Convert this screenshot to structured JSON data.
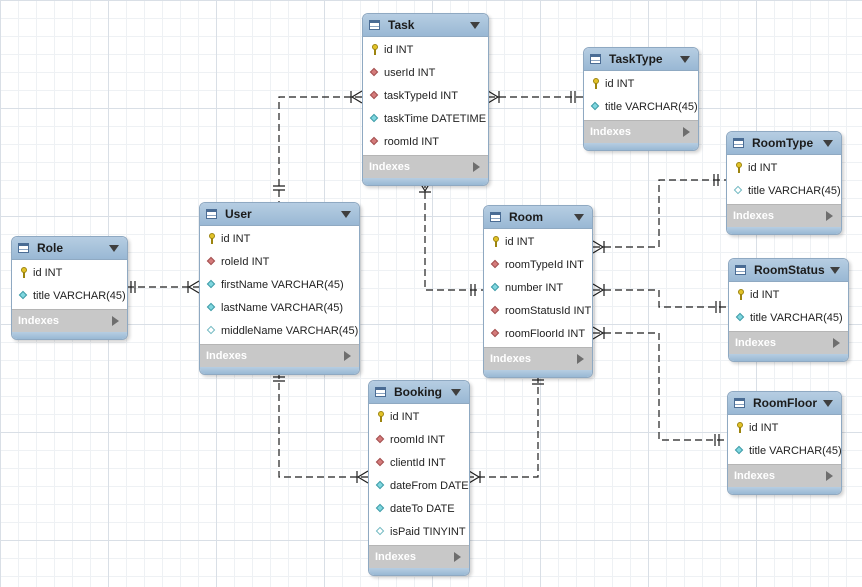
{
  "diagram": {
    "indexes_label": "Indexes",
    "entities": [
      {
        "key": "task",
        "name": "Task",
        "columns": [
          {
            "text": "id INT",
            "kind": "pk"
          },
          {
            "text": "userId INT",
            "kind": "fk"
          },
          {
            "text": "taskTypeId INT",
            "kind": "fk"
          },
          {
            "text": "taskTime DATETIME",
            "kind": "nn"
          },
          {
            "text": "roomId INT",
            "kind": "fk"
          }
        ]
      },
      {
        "key": "tasktype",
        "name": "TaskType",
        "columns": [
          {
            "text": "id INT",
            "kind": "pk"
          },
          {
            "text": "title VARCHAR(45)",
            "kind": "nn"
          }
        ]
      },
      {
        "key": "roomtype",
        "name": "RoomType",
        "columns": [
          {
            "text": "id INT",
            "kind": "pk"
          },
          {
            "text": "title VARCHAR(45)",
            "kind": "nul"
          }
        ]
      },
      {
        "key": "role",
        "name": "Role",
        "columns": [
          {
            "text": "id INT",
            "kind": "pk"
          },
          {
            "text": "title VARCHAR(45)",
            "kind": "nn"
          }
        ]
      },
      {
        "key": "user",
        "name": "User",
        "columns": [
          {
            "text": "id INT",
            "kind": "pk"
          },
          {
            "text": "roleId INT",
            "kind": "fk"
          },
          {
            "text": "firstName VARCHAR(45)",
            "kind": "nn"
          },
          {
            "text": "lastName VARCHAR(45)",
            "kind": "nn"
          },
          {
            "text": "middleName VARCHAR(45)",
            "kind": "nul"
          }
        ]
      },
      {
        "key": "room",
        "name": "Room",
        "columns": [
          {
            "text": "id INT",
            "kind": "pk"
          },
          {
            "text": "roomTypeId INT",
            "kind": "fk"
          },
          {
            "text": "number INT",
            "kind": "nn"
          },
          {
            "text": "roomStatusId INT",
            "kind": "fk"
          },
          {
            "text": "roomFloorId INT",
            "kind": "fk"
          }
        ]
      },
      {
        "key": "roomstatus",
        "name": "RoomStatus",
        "columns": [
          {
            "text": "id INT",
            "kind": "pk"
          },
          {
            "text": "title VARCHAR(45)",
            "kind": "nn"
          }
        ]
      },
      {
        "key": "roomfloor",
        "name": "RoomFloor",
        "columns": [
          {
            "text": "id INT",
            "kind": "pk"
          },
          {
            "text": "title VARCHAR(45)",
            "kind": "nn"
          }
        ]
      },
      {
        "key": "booking",
        "name": "Booking",
        "columns": [
          {
            "text": "id INT",
            "kind": "pk"
          },
          {
            "text": "roomId INT",
            "kind": "fk"
          },
          {
            "text": "clientId INT",
            "kind": "fk"
          },
          {
            "text": "dateFrom DATE",
            "kind": "nn"
          },
          {
            "text": "dateTo DATE",
            "kind": "nn"
          },
          {
            "text": "isPaid TINYINT",
            "kind": "nul"
          }
        ]
      }
    ],
    "relationships": [
      {
        "from": "task.userId",
        "to": "user.id"
      },
      {
        "from": "task.taskTypeId",
        "to": "tasktype.id"
      },
      {
        "from": "task.roomId",
        "to": "room.id"
      },
      {
        "from": "user.roleId",
        "to": "role.id"
      },
      {
        "from": "booking.clientId",
        "to": "user.id"
      },
      {
        "from": "booking.roomId",
        "to": "room.id"
      },
      {
        "from": "room.roomTypeId",
        "to": "roomtype.id"
      },
      {
        "from": "room.roomStatusId",
        "to": "roomstatus.id"
      },
      {
        "from": "room.roomFloorId",
        "to": "roomfloor.id"
      }
    ]
  }
}
